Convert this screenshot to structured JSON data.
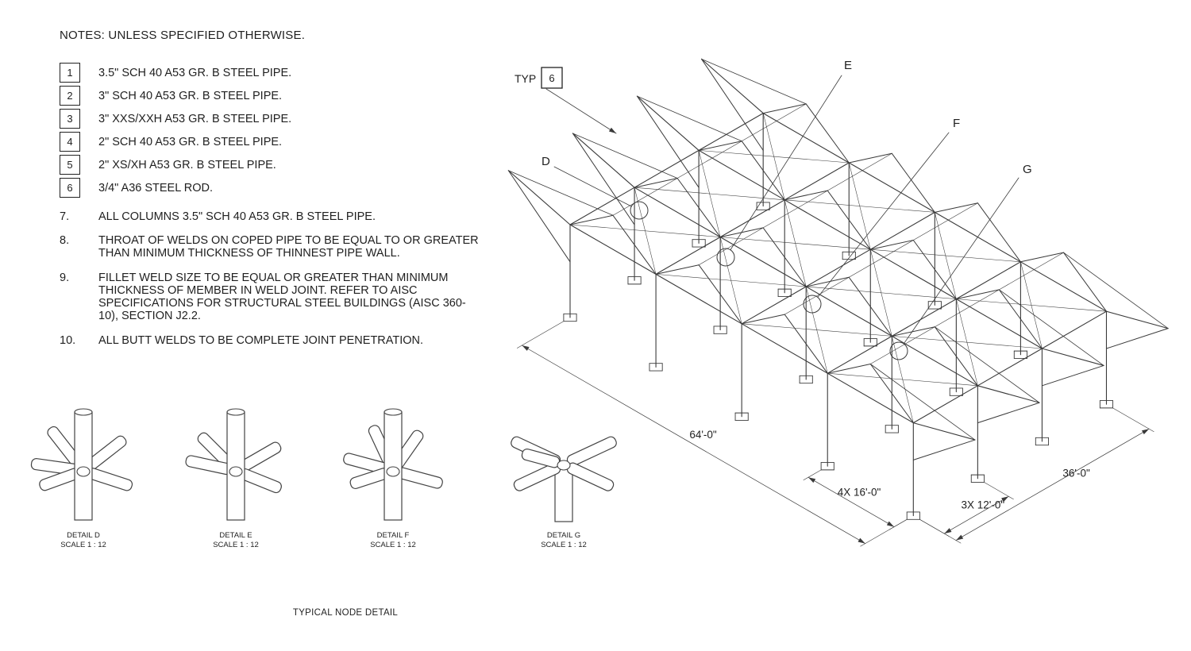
{
  "notes": {
    "title": "NOTES: UNLESS SPECIFIED OTHERWISE.",
    "boxed_items": [
      {
        "num": "1",
        "text": "3.5\" SCH 40 A53 GR. B STEEL PIPE."
      },
      {
        "num": "2",
        "text": "3\" SCH 40 A53 GR. B STEEL PIPE."
      },
      {
        "num": "3",
        "text": "3\" XXS/XXH A53 GR. B STEEL PIPE."
      },
      {
        "num": "4",
        "text": "2\" SCH 40 A53 GR. B STEEL PIPE."
      },
      {
        "num": "5",
        "text": "2\" XS/XH A53 GR. B STEEL PIPE."
      },
      {
        "num": "6",
        "text": "3/4\" A36 STEEL ROD."
      }
    ],
    "numbered_items": [
      {
        "num": "7.",
        "text": "ALL COLUMNS 3.5\" SCH 40 A53 GR. B STEEL PIPE."
      },
      {
        "num": "8.",
        "text": "THROAT OF WELDS ON COPED PIPE TO BE EQUAL TO OR GREATER THAN MINIMUM THICKNESS OF THINNEST PIPE WALL."
      },
      {
        "num": "9.",
        "text": "FILLET WELD SIZE TO BE EQUAL OR GREATER THAN MINIMUM THICKNESS OF MEMBER IN WELD JOINT. REFER TO AISC SPECIFICATIONS FOR STRUCTURAL STEEL BUILDINGS (AISC 360-10), SECTION J2.2."
      },
      {
        "num": "10.",
        "text": "ALL BUTT WELDS TO BE COMPLETE JOINT PENETRATION."
      }
    ]
  },
  "details": [
    {
      "name": "DETAIL D",
      "scale": "SCALE 1 : 12"
    },
    {
      "name": "DETAIL E",
      "scale": "SCALE 1 : 12"
    },
    {
      "name": "DETAIL F",
      "scale": "SCALE 1 : 12"
    },
    {
      "name": "DETAIL G",
      "scale": "SCALE 1 : 12"
    }
  ],
  "caption": "TYPICAL NODE DETAIL",
  "iso": {
    "typ_label": "TYP",
    "typ_num": "6",
    "node_labels": [
      "D",
      "E",
      "F",
      "G"
    ],
    "dimensions": {
      "length": "64'-0\"",
      "bays_length": "4X 16'-0\"",
      "bays_width": "3X 12'-0\"",
      "width": "36'-0\""
    }
  },
  "colors": {
    "line": "#3a3a3a",
    "text": "#1f1f1f"
  }
}
